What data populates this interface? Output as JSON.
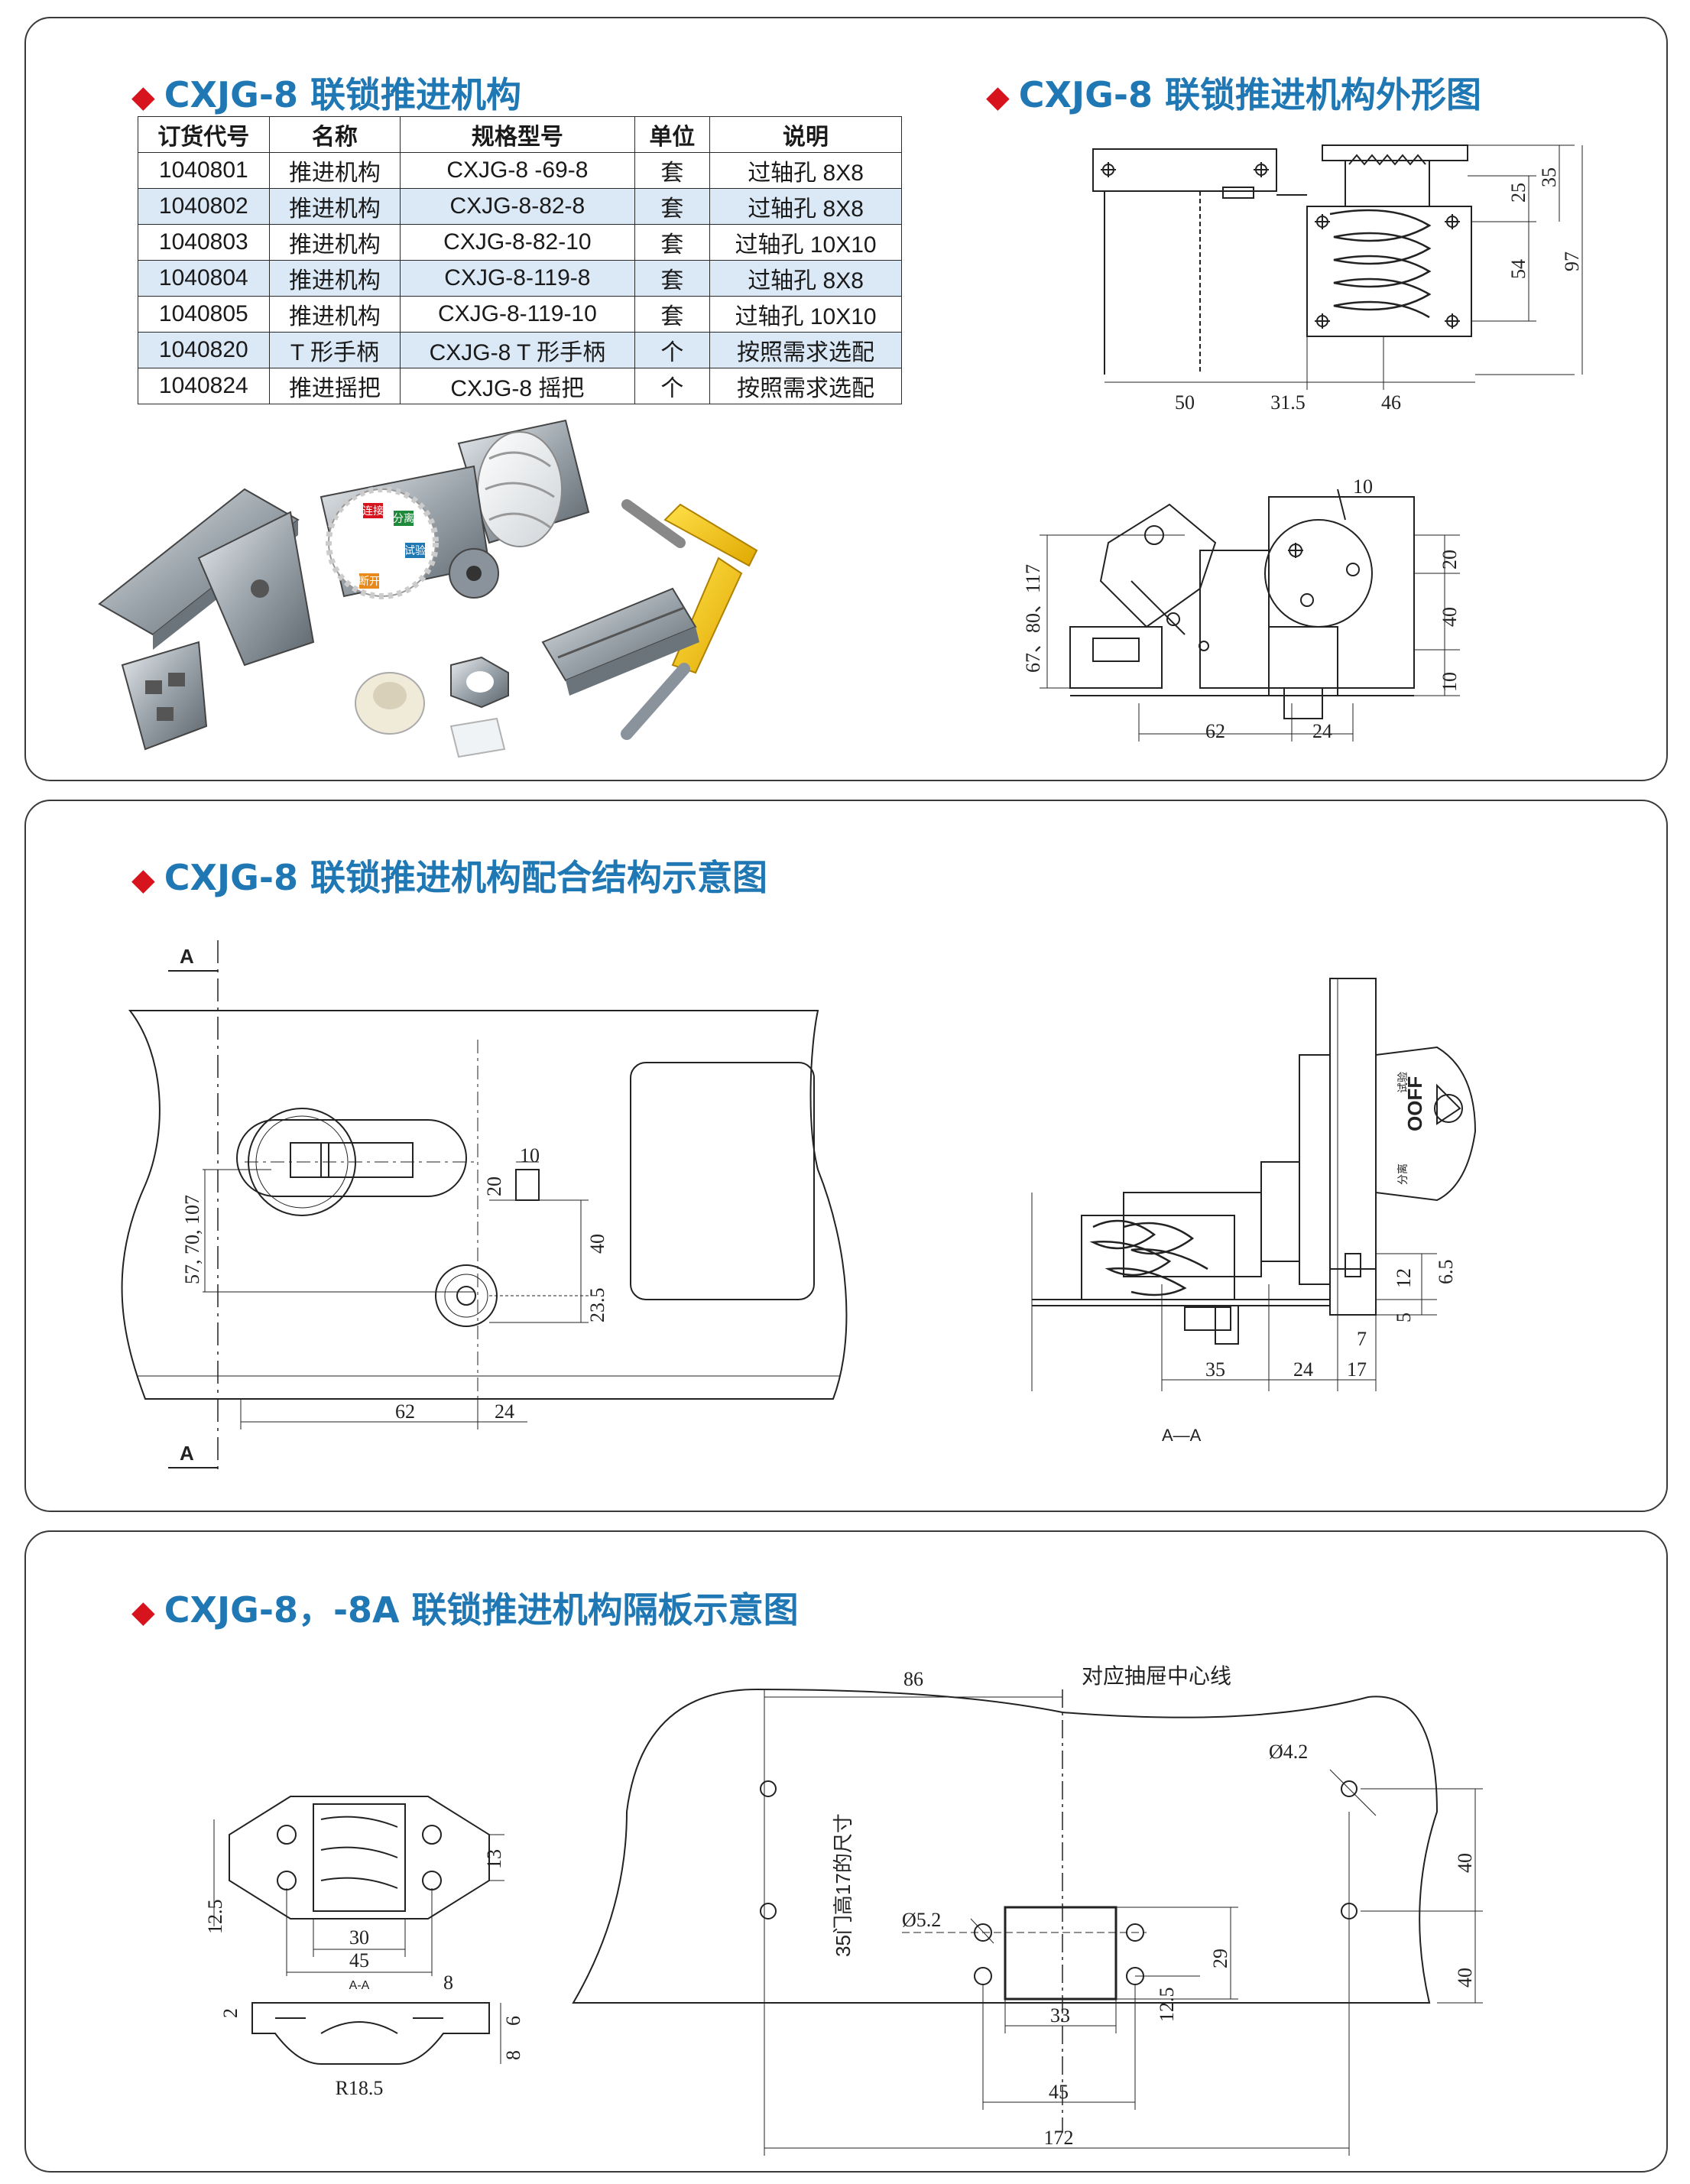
{
  "section1": {
    "title": "CXJG-8 联锁推进机构",
    "table": {
      "headers": [
        "订货代号",
        "名称",
        "规格型号",
        "单位",
        "说明"
      ],
      "rows": [
        [
          "1040801",
          "推进机构",
          "CXJG-8 -69-8",
          "套",
          "过轴孔 8X8"
        ],
        [
          "1040802",
          "推进机构",
          "CXJG-8-82-8",
          "套",
          "过轴孔 8X8"
        ],
        [
          "1040803",
          "推进机构",
          "CXJG-8-82-10",
          "套",
          "过轴孔 10X10"
        ],
        [
          "1040804",
          "推进机构",
          "CXJG-8-119-8",
          "套",
          "过轴孔 8X8"
        ],
        [
          "1040805",
          "推进机构",
          "CXJG-8-119-10",
          "套",
          "过轴孔 10X10"
        ],
        [
          "1040820",
          "T 形手柄",
          "CXJG-8  T 形手柄",
          "个",
          "按照需求选配"
        ],
        [
          "1040824",
          "推进摇把",
          "CXJG-8 摇把",
          "个",
          "按照需求选配"
        ]
      ]
    },
    "photo_dial_labels": [
      "连接",
      "分离",
      "试验",
      "断开"
    ],
    "outline_title": "CXJG-8 联锁推进机构外形图",
    "outline_top_dims": {
      "d25": "25",
      "d35": "35",
      "d54": "54",
      "d97": "97",
      "d50": "50",
      "d31_5": "31.5",
      "d46": "46"
    },
    "outline_bottom_dims": {
      "d10": "10",
      "d20": "20",
      "d40": "40",
      "d10b": "10",
      "d62": "62",
      "d24": "24",
      "d_heights": "67、80、117"
    }
  },
  "section2": {
    "title": "CXJG-8 联锁推进机构配合结构示意图",
    "section_marks": [
      "A",
      "A"
    ],
    "dims": {
      "d10": "10",
      "d20": "20",
      "d40": "40",
      "d23_5": "23.5",
      "d57": "57, 70, 107",
      "d62": "62",
      "d24": "24"
    },
    "side_dims": {
      "d12": "12",
      "d6_5": "6.5",
      "d5": "5",
      "d7": "7",
      "d35": "35",
      "d24": "24",
      "d17": "17"
    },
    "side_label": "A—A",
    "knob_text": "OOFF",
    "knob_small": [
      "试验",
      "分离"
    ]
  },
  "section3": {
    "title": "CXJG-8，-8A 联锁推进机构隔板示意图",
    "small_dims": {
      "d13": "13",
      "d12_5": "12.5",
      "d30": "30",
      "d45": "45",
      "aa": "A-A",
      "d8": "8",
      "d2": "2",
      "d6": "6",
      "d8b": "8",
      "r18_5": "R18.5"
    },
    "plate_dims": {
      "d86": "86",
      "center_label": "对应抽屉中心线",
      "d4_2": "Ø4.2",
      "d35note": "35门高17的尺寸",
      "d5_2": "Ø5.2",
      "d40a": "40",
      "d40b": "40",
      "d29": "29",
      "d33": "33",
      "d12_5": "12.5",
      "d45": "45",
      "d172": "172"
    }
  },
  "colors": {
    "heading": "#1f78b4",
    "bullet": "#d7141e",
    "row_alt": "#dbe8f5"
  }
}
